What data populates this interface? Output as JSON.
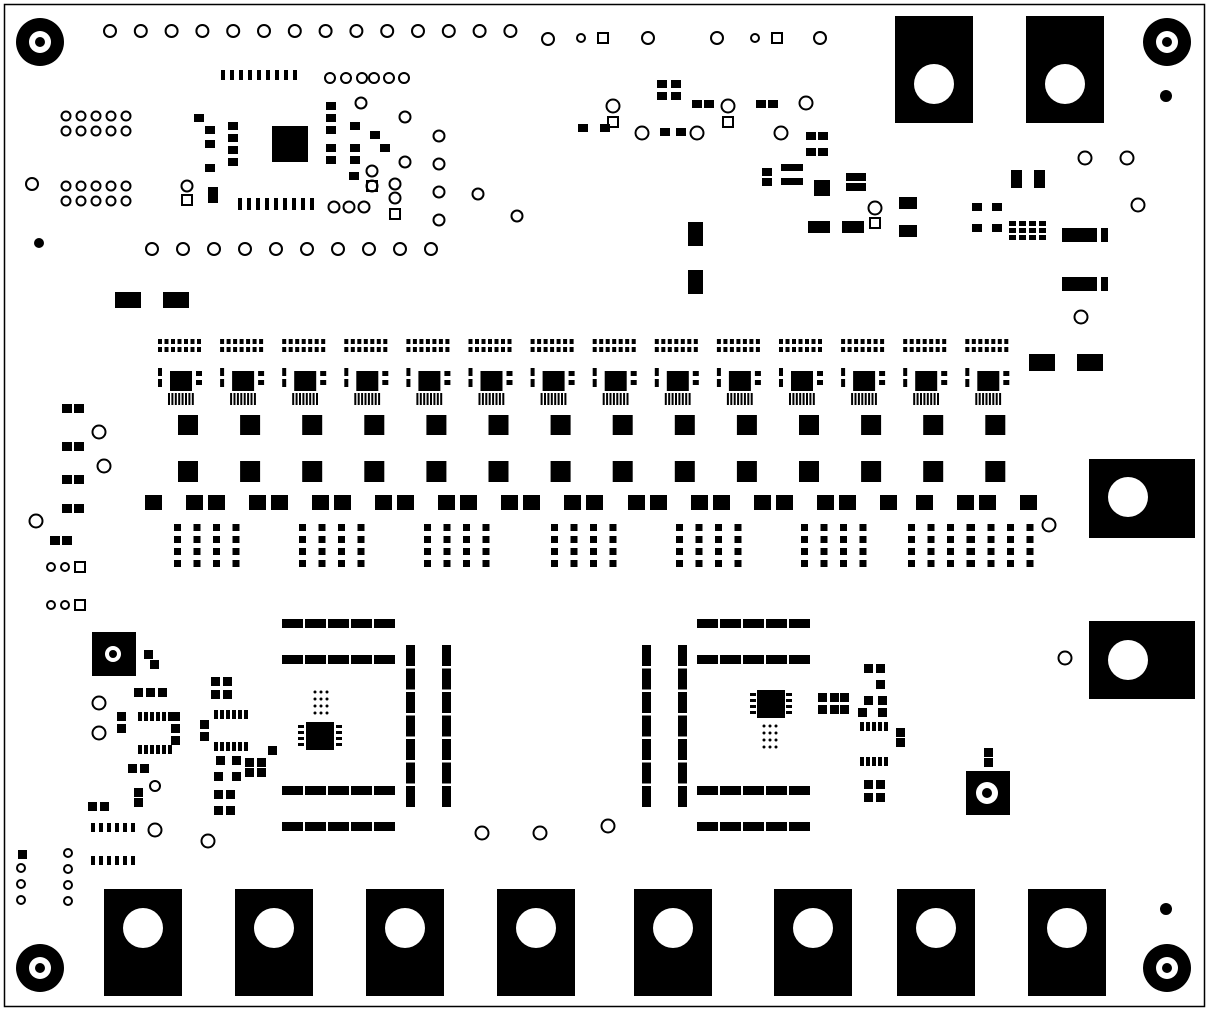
{
  "board": {
    "background_color": "#ffffff",
    "copper_color": "#000000",
    "drill_color": "#ffffff",
    "channel_count": 14,
    "mounting_holes": 4,
    "top_terminal_pads": 2,
    "right_terminal_pads": 2,
    "bottom_terminal_pads": 8
  }
}
